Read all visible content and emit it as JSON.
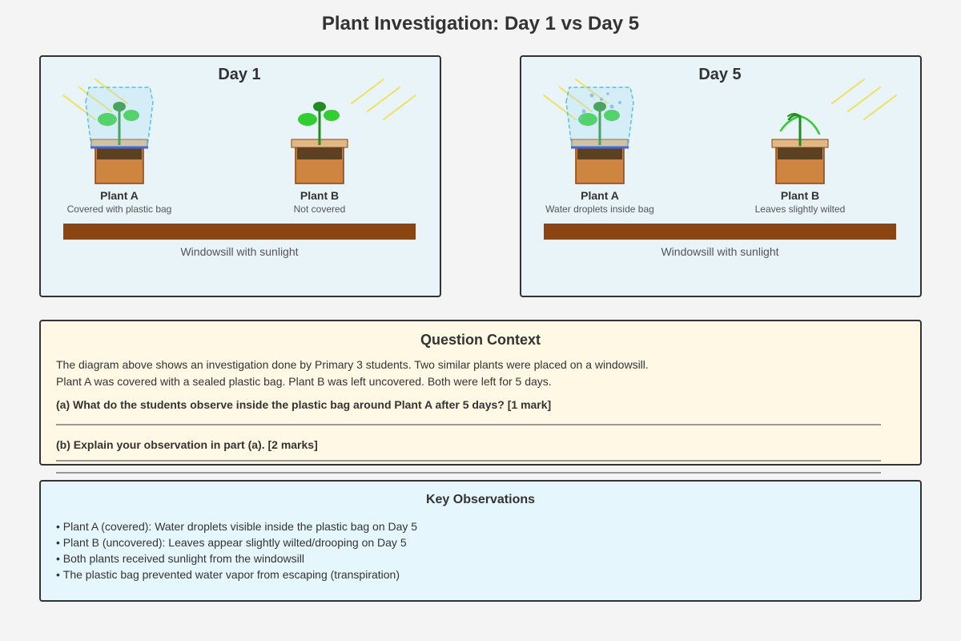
{
  "title": "Plant Investigation: Day 1 vs Day 5",
  "day1": {
    "heading": "Day 1",
    "plant_a": {
      "name": "Plant A",
      "note": "Covered with plastic bag"
    },
    "plant_b": {
      "name": "Plant B",
      "note": "Not covered"
    },
    "sill_label": "Windowsill with sunlight"
  },
  "day5": {
    "heading": "Day 5",
    "plant_a": {
      "name": "Plant A",
      "note": "Water droplets inside bag"
    },
    "plant_b": {
      "name": "Plant B",
      "note": "Leaves slightly wilted"
    },
    "sill_label": "Windowsill with sunlight"
  },
  "context": {
    "heading": "Question Context",
    "line1": "The diagram above shows an investigation done by Primary 3 students. Two similar plants were placed on a windowsill.",
    "line2": "Plant A was covered with a sealed plastic bag. Plant B was left uncovered. Both were left for 5 days.",
    "question_a": "(a) What do the students observe inside the plastic bag around Plant A after 5 days? [1 mark]",
    "question_b": "(b) Explain your observation in part (a). [2 marks]"
  },
  "observations": {
    "heading": "Key Observations",
    "items": [
      "Plant A (covered): Water droplets visible inside the plastic bag on Day 5",
      "Plant B (uncovered): Leaves appear slightly wilted/drooping on Day 5",
      "Both plants received sunlight from the windowsill",
      "The plastic bag prevented water vapor from escaping (transpiration)"
    ]
  },
  "colors": {
    "panel_bg": "#e8f4f8",
    "context_bg": "#fff8e4",
    "observations_bg": "#e6f6fd",
    "windowsill": "#8b4513",
    "pot": "#cd853f",
    "soil": "#5c4022",
    "sunlight": "#f0e060",
    "bag_outline": "#5bc0de",
    "stem": "#228b22",
    "leaf": "#32cd32"
  },
  "icons": [
    "sun-rays-icon",
    "plastic-bag-icon",
    "plant-pot-icon",
    "water-droplet-icon"
  ]
}
